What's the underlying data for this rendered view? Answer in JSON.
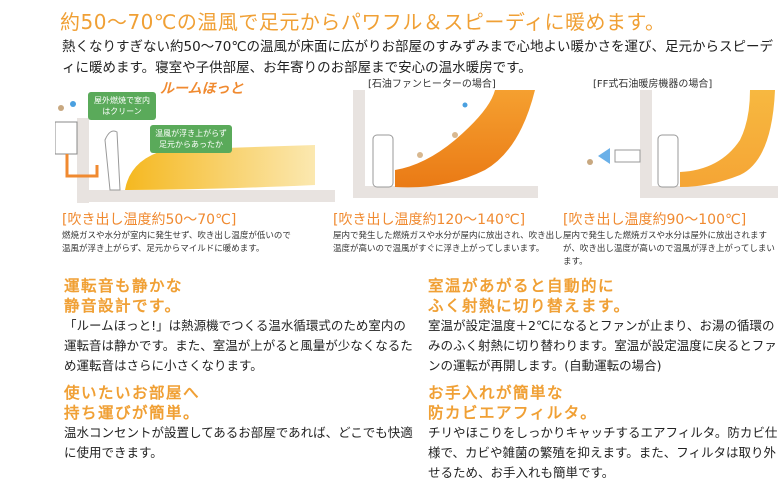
{
  "title": "約50～70℃の温風で足元からパワフル＆スピーディに暖めます。",
  "lead": "熱くなりすぎない約50～70℃の温風が床面に広がりお部屋のすみずみまで心地よい暖かさを運び、足元からスピーディに暖めます。寝室や子供部屋、お年寄りのお部屋まで安心の温水暖房です。",
  "panels": [
    {
      "logo": "ルームほっと",
      "bubble1": "屋外燃焼で室内はクリーン",
      "bubble2": "温風が浮き上がらず足元からあったか",
      "temp": "[吹き出し温度約50～70℃]",
      "desc": "燃焼ガスや水分が室内に発生せず、吹き出し温度が低いので温風が浮き上がらず、足元からマイルドに暖めます。"
    },
    {
      "caption": "[石油ファンヒーターの場合]",
      "temp": "[吹き出し温度約120～140℃]",
      "desc": "屋内で発生した燃焼ガスや水分が屋内に放出され、吹き出し温度が高いので温風がすぐに浮き上がってしまいます。"
    },
    {
      "caption": "[FF式石油暖房機器の場合]",
      "temp": "[吹き出し温度約90～100℃]",
      "desc": "屋内で発生した燃焼ガスや水分は屋外に放出されますが、吹き出し温度が高いので温風が浮き上がってしまいます。"
    }
  ],
  "features": [
    {
      "h1": "運転音も静かな",
      "h2": "静音設計です。",
      "body": "「ルームほっと!」は熱源機でつくる温水循環式のため室内の運転音は静かです。また、室温が上がると風量が少なくなるため運転音はさらに小さくなります。"
    },
    {
      "h1": "使いたいお部屋へ",
      "h2": "持ち運びが簡単。",
      "body": "温水コンセントが設置してあるお部屋であれば、どこでも快適に使用できます。"
    },
    {
      "h1": "室温があがると自動的に",
      "h2": "ふく射熱に切り替えます。",
      "body": "室温が設定温度＋2℃になるとファンが止まり、お湯の循環のみのふく射熱に切り替わります。室温が設定温度に戻るとファンの運転が再開します。(自動運転の場合)"
    },
    {
      "h1": "お手入れが簡単な",
      "h2": "防カビエアフィルタ。",
      "body": "チリやほこりをしっかりキャッチするエアフィルタ。防カビ仕様で、カビや雑菌の繁殖を抑えます。また、フィルタは取り外せるため、お手入れも簡単です。"
    }
  ],
  "colors": {
    "accent": "#f0a035",
    "green": "#5aaa5a",
    "wall": "#e8e3e0"
  }
}
